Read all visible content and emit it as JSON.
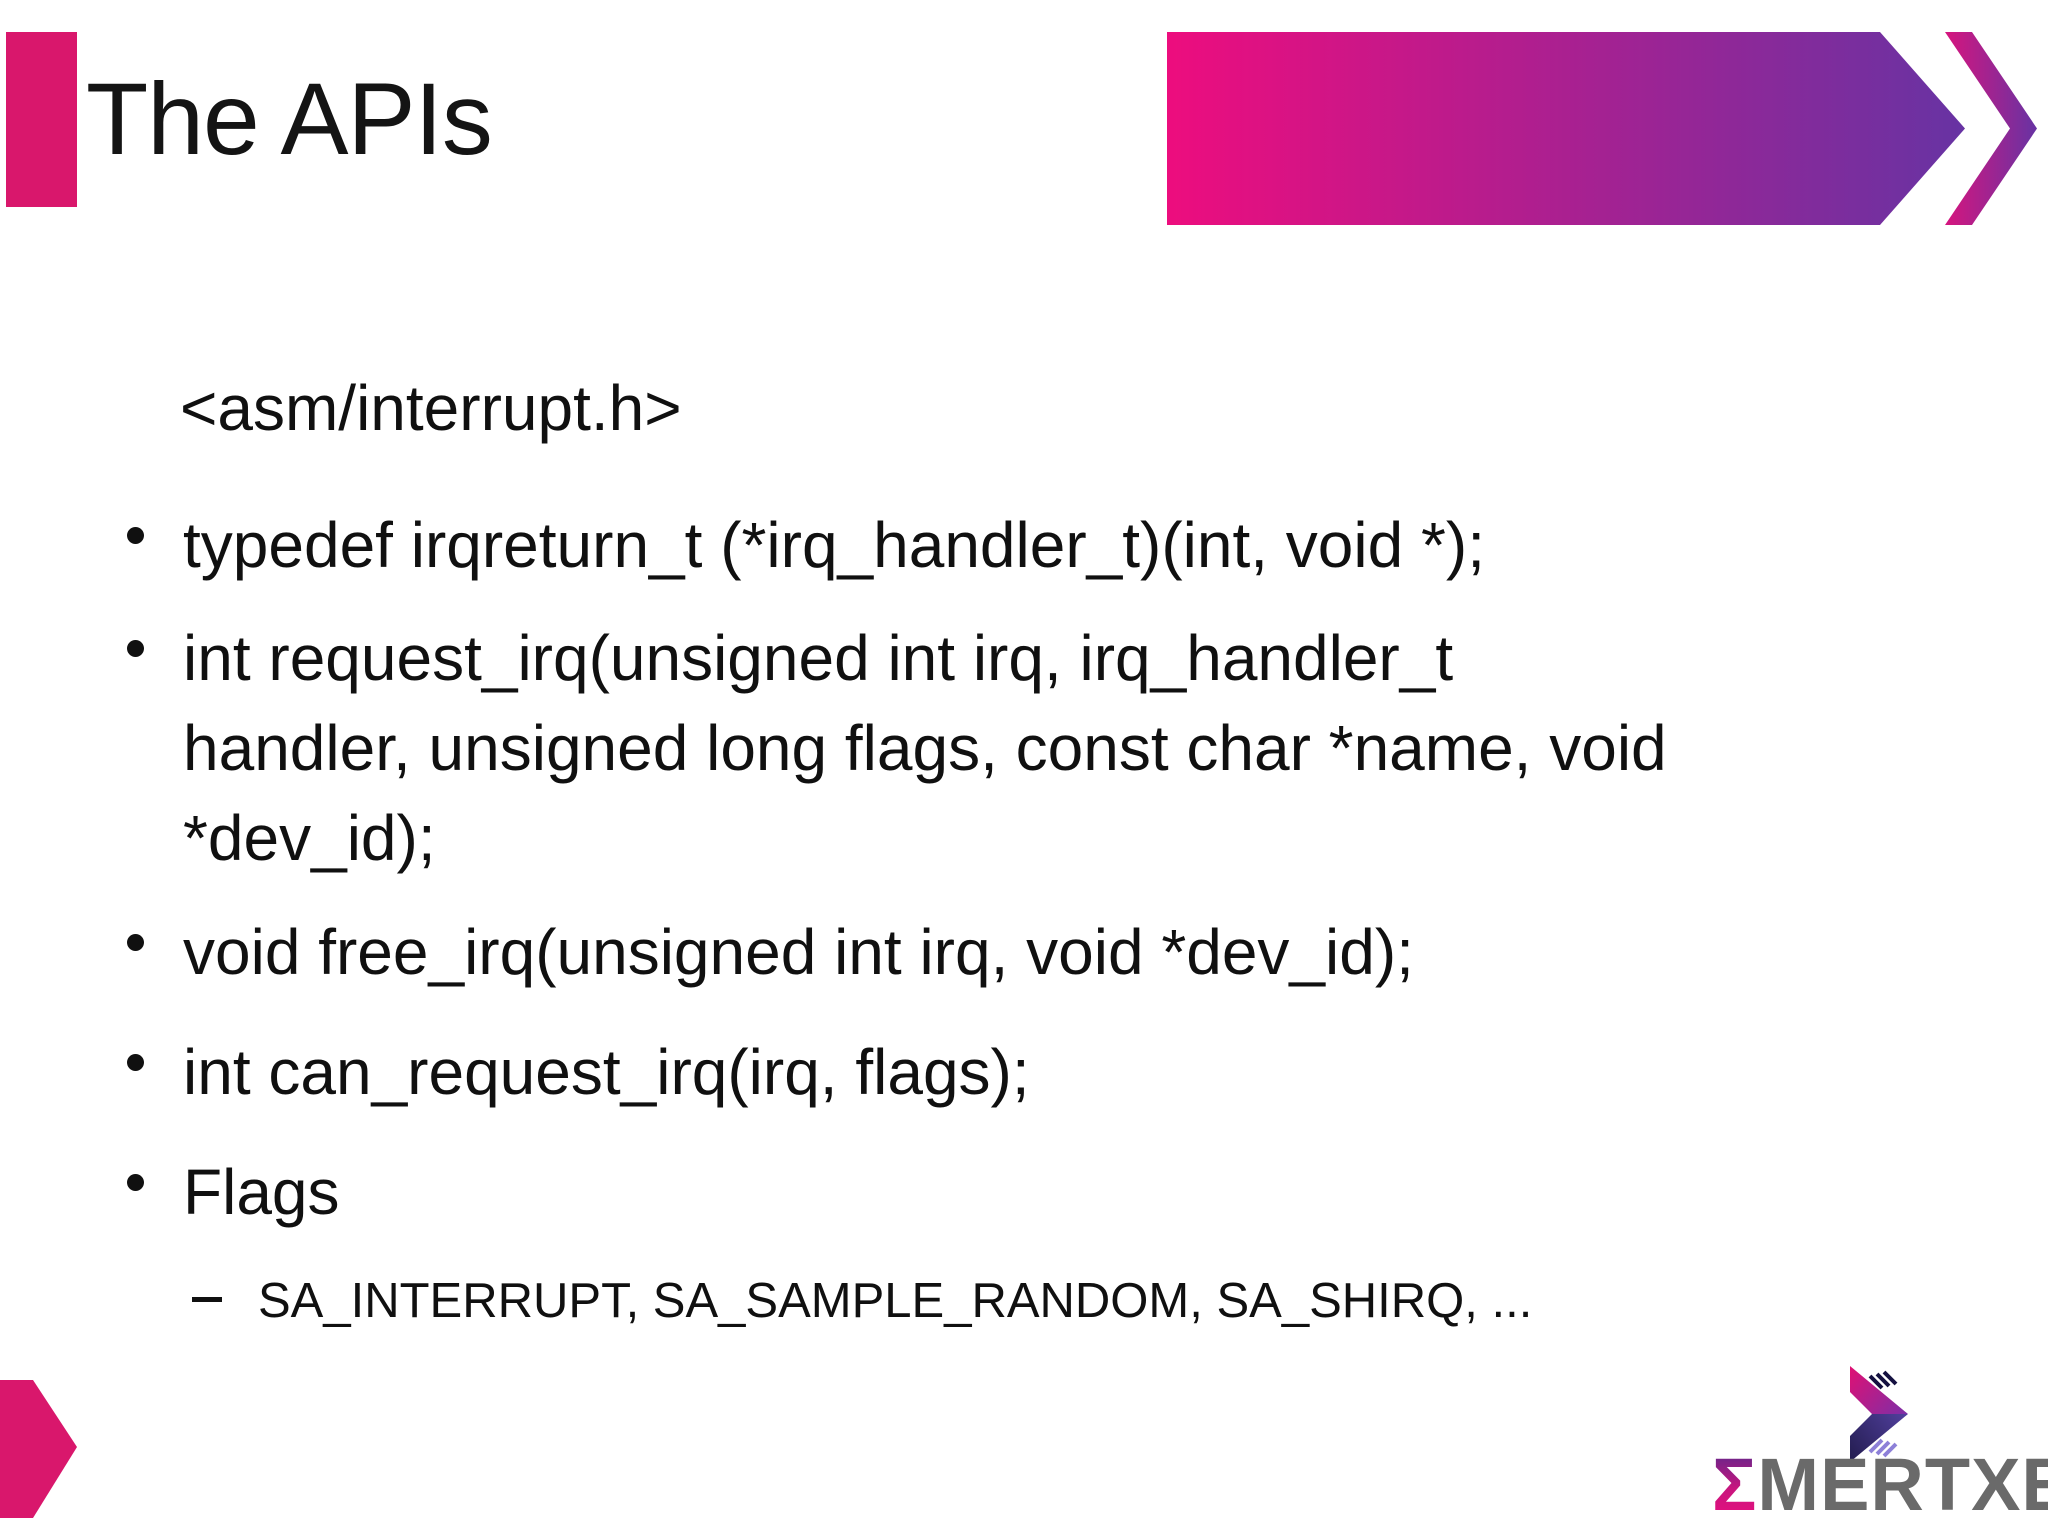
{
  "slide": {
    "title": "The APIs",
    "include_line": "<asm/interrupt.h>",
    "bullets": [
      "typedef irqreturn_t (*irq_handler_t)(int, void *);",
      "int request_irq(unsigned int irq, irq_handler_t\nhandler, unsigned long flags, const char *name, void\n*dev_id);",
      "void free_irq(unsigned int irq, void *dev_id);",
      "int can_request_irq(irq, flags);",
      "Flags"
    ],
    "sub_bullets": [
      "SA_INTERRUPT, SA_SAMPLE_RANDOM, SA_SHIRQ, ..."
    ],
    "logo": {
      "sigma": "Σ",
      "wordmark": "MERTXE"
    },
    "colors": {
      "accent_pink": "#D9176C",
      "banner_gradient_start": "#ED0D7E",
      "banner_gradient_end": "#6733A3",
      "text_black": "#101010",
      "logo_gray": "#6A6A6A",
      "logo_navy": "#221C4E",
      "logo_magenta": "#E01073"
    }
  }
}
